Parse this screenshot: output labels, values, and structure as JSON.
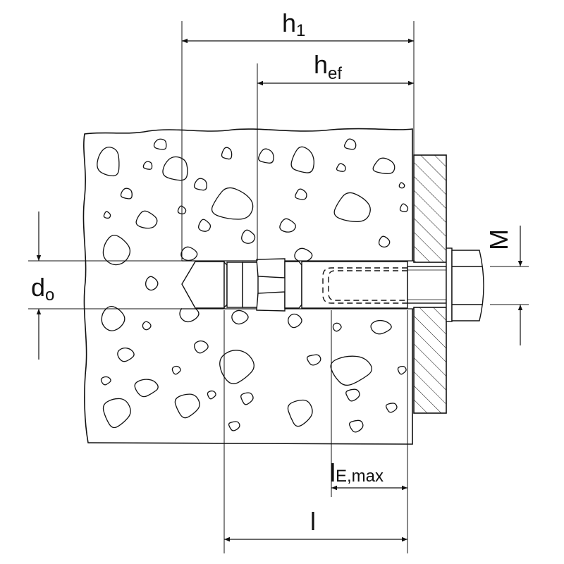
{
  "labels": {
    "h1_main": "h",
    "h1_sub": "1",
    "hef_main": "h",
    "hef_sub": "ef",
    "M": "M",
    "do_main": "d",
    "do_sub": "o",
    "le_main": "l",
    "le_sub": "E,max",
    "l": "l"
  },
  "colors": {
    "line": "#111111",
    "background": "#ffffff"
  }
}
